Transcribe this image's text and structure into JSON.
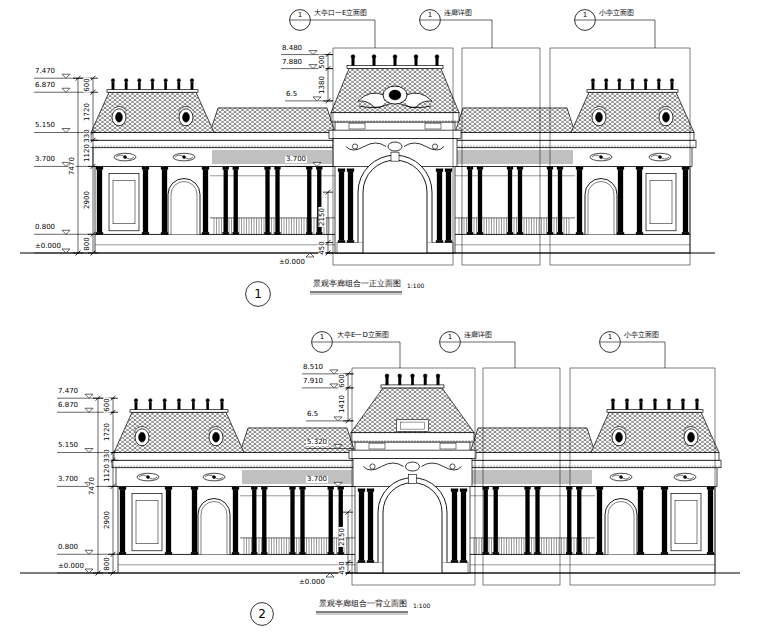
{
  "diagram": {
    "nodes": [
      {
        "text": [
          "1"
        ]
      },
      {
        "text": [
          "1"
        ]
      },
      {
        "text": [
          "1"
        ]
      },
      {
        "text": [
          "1"
        ]
      },
      {
        "text": [
          "1"
        ]
      },
      {
        "text": [
          "1"
        ]
      },
      {
        "text": [
          "1"
        ]
      },
      {
        "text": [
          "2"
        ]
      }
    ],
    "edges": [],
    "labels": [
      "大亭口一E立面图",
      "连廊详图",
      "小亭立面图",
      "8.480",
      "7.880",
      "6.5",
      "3.700",
      "±0.000",
      "500",
      "1380",
      "2150",
      "450",
      "7.470",
      "6.870",
      "5.150",
      "3.700",
      "0.800",
      "±0.000",
      "600",
      "1720",
      "330",
      "1120",
      "2900",
      "800",
      "7470",
      "景观亭廊组合一正立面图",
      "1:100",
      "大亭E一D立面图",
      "连廊详图",
      "小亭立面图",
      "8.510",
      "7.910",
      "6.5",
      "5.320",
      "3.700",
      "±0.000",
      "600",
      "1410",
      "2150",
      "450",
      "7.470",
      "6.870",
      "5.150",
      "3.700",
      "0.800",
      "±0.000",
      "600",
      "1720",
      "330",
      "1120",
      "2900",
      "800",
      "7470",
      "景观亭廊组合一背立面图",
      "1:100"
    ]
  }
}
